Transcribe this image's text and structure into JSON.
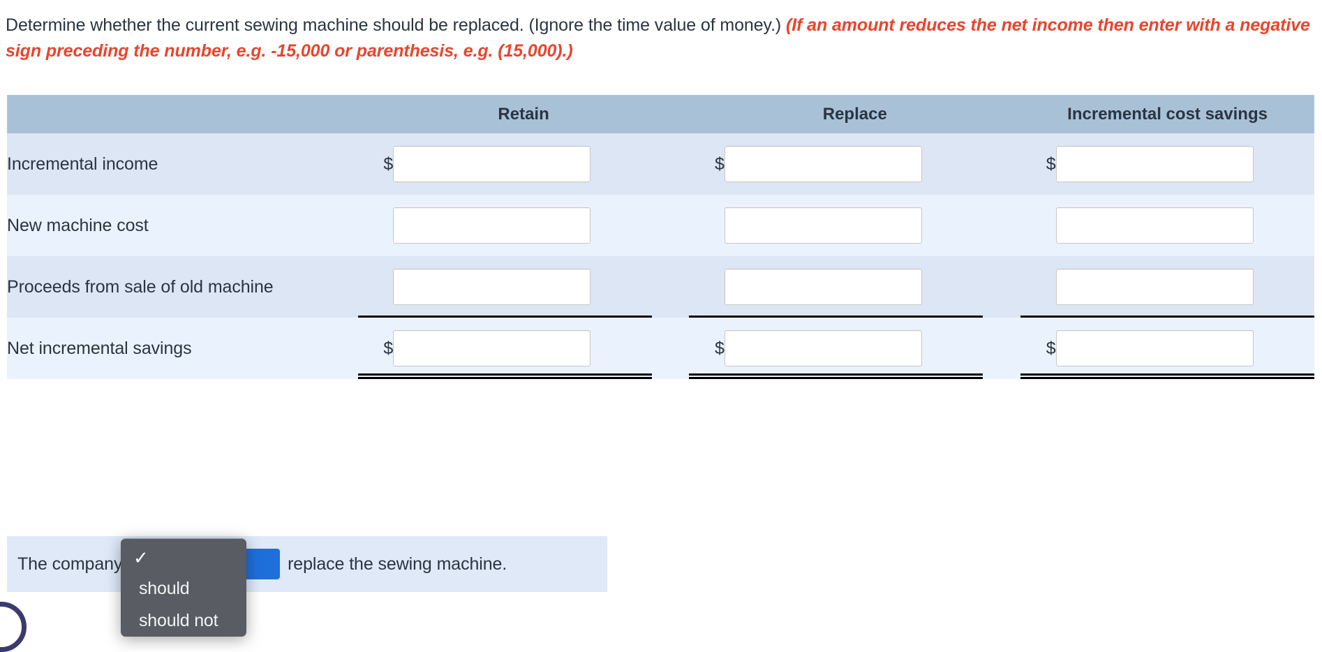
{
  "instructions": {
    "plain": "Determine whether the current sewing machine should be replaced. (Ignore the time value of money.) ",
    "hint": "(If an amount reduces the net income then enter with a negative sign preceding the number, e.g. -15,000 or parenthesis, e.g. (15,000).)"
  },
  "table": {
    "headers": {
      "label": "",
      "retain": "Retain",
      "replace": "Replace",
      "incremental": "Incremental cost savings"
    },
    "currency_symbol": "$",
    "rows": [
      {
        "label": "Incremental income",
        "show_dollar": true,
        "retain": "",
        "replace": "",
        "incremental": "",
        "rule": "none"
      },
      {
        "label": "New machine cost",
        "show_dollar": false,
        "retain": "",
        "replace": "",
        "incremental": "",
        "rule": "none"
      },
      {
        "label": "Proceeds from sale of old machine",
        "show_dollar": false,
        "retain": "",
        "replace": "",
        "incremental": "",
        "rule": "single"
      },
      {
        "label": "Net incremental savings",
        "show_dollar": true,
        "retain": "",
        "replace": "",
        "incremental": "",
        "rule": "double"
      }
    ]
  },
  "conclusion": {
    "prefix": "The company ",
    "selected": "",
    "suffix": " replace the sewing machine."
  },
  "dropdown": {
    "open": true,
    "checkmark": "✓",
    "options": [
      {
        "label": "",
        "selected": true
      },
      {
        "label": "should",
        "selected": false
      },
      {
        "label": "should not",
        "selected": false
      }
    ]
  },
  "colors": {
    "header_bg": "#a9c1d7",
    "row_a_bg": "#dde6f5",
    "row_b_bg": "#eaf3fd",
    "hint_red": "#e8452c",
    "text": "#2b3440",
    "dropdown_bg": "#595c63",
    "select_accent": "#1f6fdb",
    "badge_navy": "#3b3a6e"
  }
}
